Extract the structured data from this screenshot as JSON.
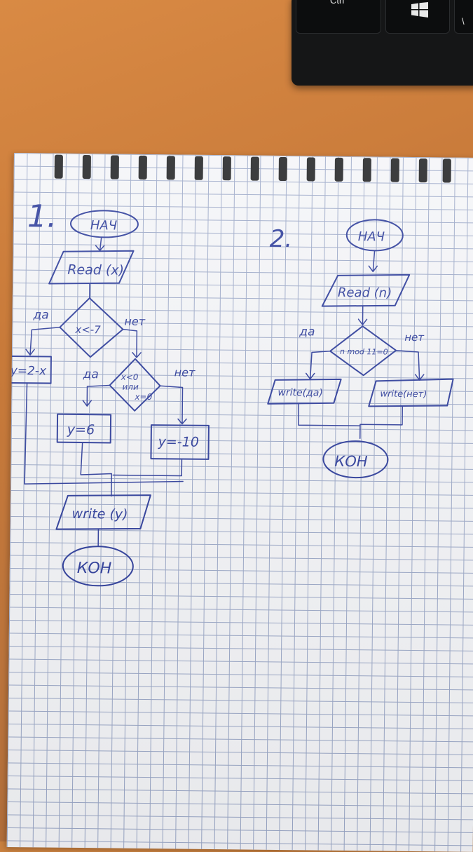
{
  "keyboard": {
    "ctrl_label": "Ctrl",
    "slash_label": "\\"
  },
  "sheet": {
    "flow1": {
      "number": "1.",
      "start": "НАЧ",
      "read": "Read (x)",
      "cond1": "x<-7",
      "yes1": "да",
      "no1": "нет",
      "assign1": "y=2-x",
      "cond2_line1": "x<0",
      "cond2_line2": "или",
      "cond2_line3": "x=0",
      "yes2": "да",
      "no2": "нет",
      "assign2": "y=6",
      "assign3": "y=-10",
      "write": "write (y)",
      "end": "КОН"
    },
    "flow2": {
      "number": "2.",
      "start": "НАЧ",
      "read": "Read (n)",
      "cond": "n mod 11=0",
      "yes": "да",
      "no": "нет",
      "write_yes": "write(да)",
      "write_no": "write(нет)",
      "end": "КОН"
    }
  },
  "colors": {
    "ink": "#2a3a9a",
    "paper": "#f4f5f8",
    "grid": "#9aa7c7",
    "desk": "#c9803f"
  }
}
